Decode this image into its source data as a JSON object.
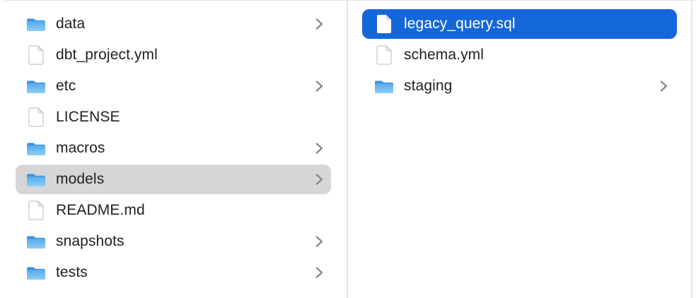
{
  "colors": {
    "selection_blue": "#1467d8",
    "selection_gray": "#d6d6d6",
    "folder_blue": "#54a7e9",
    "divider_gray": "#e4e4e4",
    "text": "#212123",
    "selected_text": "#ffffff",
    "chevron_gray": "#85858a"
  },
  "columns": [
    {
      "name": "left",
      "items": [
        {
          "label": "data",
          "type": "folder",
          "chevron": true,
          "selected": null
        },
        {
          "label": "dbt_project.yml",
          "type": "file",
          "chevron": false,
          "selected": null
        },
        {
          "label": "etc",
          "type": "folder",
          "chevron": true,
          "selected": null
        },
        {
          "label": "LICENSE",
          "type": "file",
          "chevron": false,
          "selected": null
        },
        {
          "label": "macros",
          "type": "folder",
          "chevron": true,
          "selected": null
        },
        {
          "label": "models",
          "type": "folder",
          "chevron": true,
          "selected": "gray"
        },
        {
          "label": "README.md",
          "type": "file",
          "chevron": false,
          "selected": null
        },
        {
          "label": "snapshots",
          "type": "folder",
          "chevron": true,
          "selected": null
        },
        {
          "label": "tests",
          "type": "folder",
          "chevron": true,
          "selected": null
        }
      ]
    },
    {
      "name": "right",
      "items": [
        {
          "label": "legacy_query.sql",
          "type": "file",
          "chevron": false,
          "selected": "blue"
        },
        {
          "label": "schema.yml",
          "type": "file",
          "chevron": false,
          "selected": null
        },
        {
          "label": "staging",
          "type": "folder",
          "chevron": true,
          "selected": null
        }
      ]
    }
  ]
}
